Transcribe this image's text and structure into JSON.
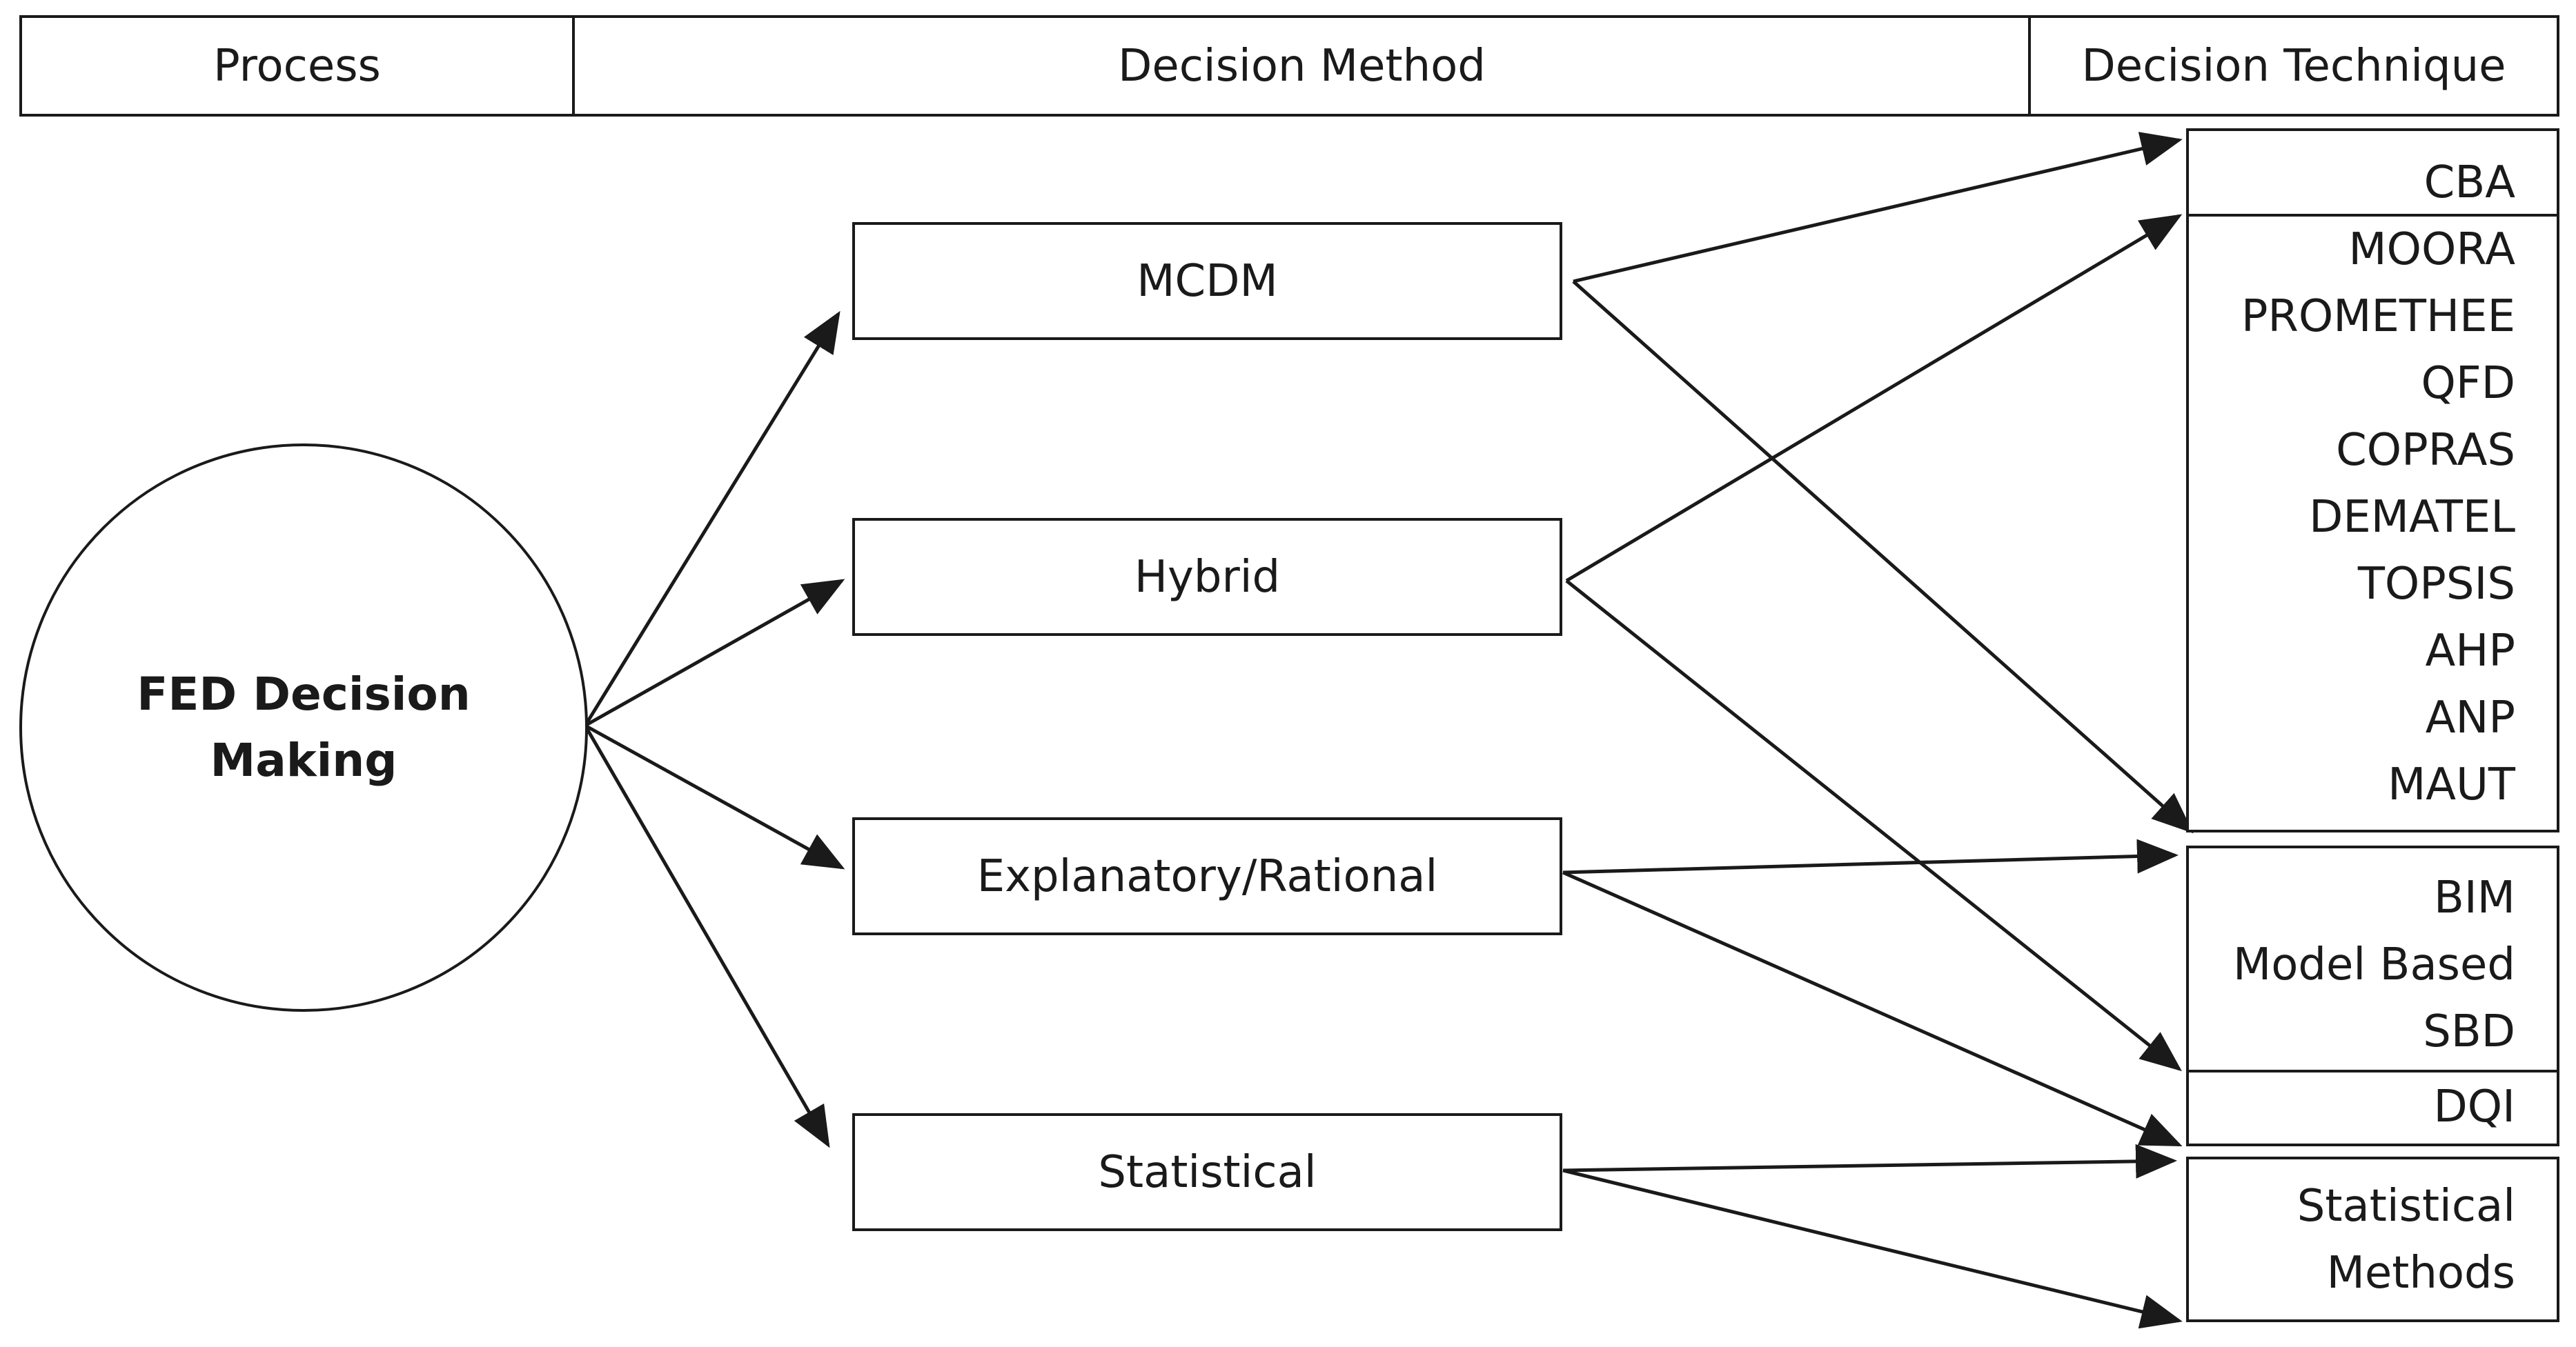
{
  "header": {
    "process": "Process",
    "method": "Decision Method",
    "technique": "Decision Technique"
  },
  "process_node": {
    "line1": "FED Decision",
    "line2": "Making"
  },
  "methods": {
    "mcdm": "MCDM",
    "hybrid": "Hybrid",
    "explanatory": "Explanatory/Rational",
    "statistical": "Statistical"
  },
  "techniques": {
    "group1": {
      "cba": "CBA",
      "items": [
        "MOORA",
        "PROMETHEE",
        "QFD",
        "COPRAS",
        "DEMATEL",
        "TOPSIS",
        "AHP",
        "ANP",
        "MAUT"
      ]
    },
    "group2": {
      "items": [
        "BIM",
        "Model Based",
        "SBD"
      ],
      "dqi": "DQI"
    },
    "group3": {
      "line1": "Statistical",
      "line2": "Methods"
    }
  }
}
